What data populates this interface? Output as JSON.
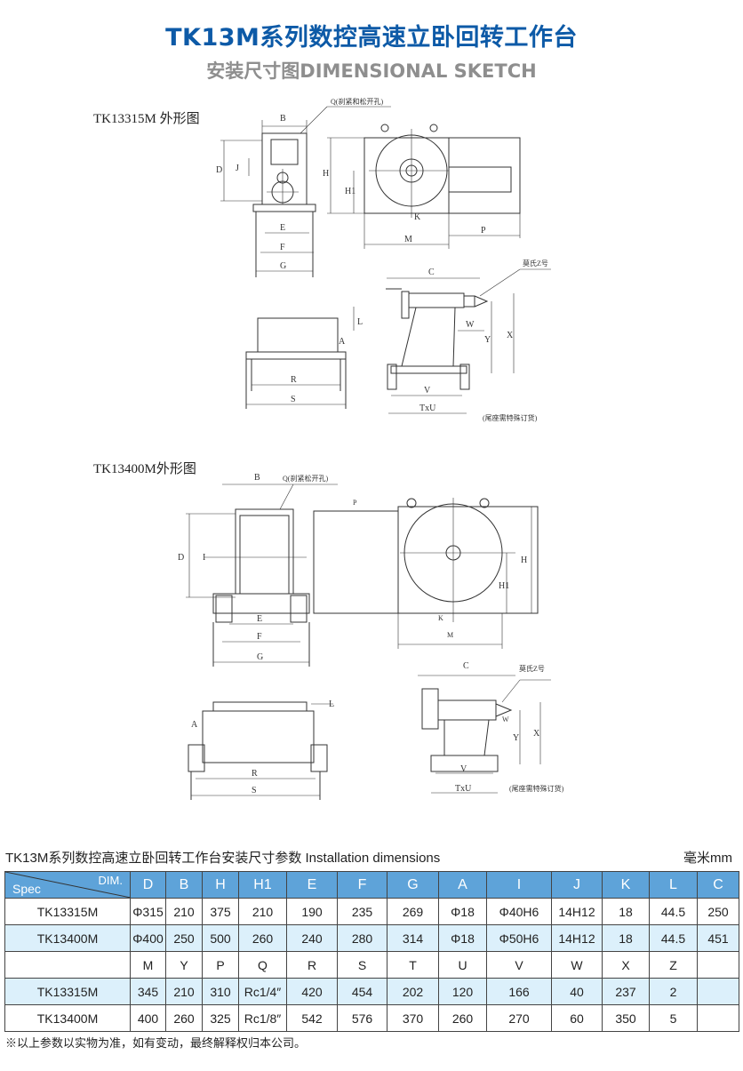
{
  "header": {
    "title": "TK13M系列数控高速立卧回转工作台",
    "subtitle": "安装尺寸图DIMENSIONAL SKETCH"
  },
  "drawings": [
    {
      "title": "TK13315M 外形图",
      "labels": {
        "B": "B",
        "Q": "Q(刹紧和松开孔)",
        "D": "D",
        "J": "J",
        "E": "E",
        "F": "F",
        "G": "G",
        "H": "H",
        "H1": "H1",
        "K": "K",
        "M": "M",
        "P": "P",
        "R": "R",
        "S": "S",
        "L": "L",
        "A": "A",
        "C": "C",
        "morse": "莫氏Z号",
        "W": "W",
        "Y": "Y",
        "X": "X",
        "V": "V",
        "TxU": "TxU",
        "note": "(尾座需特殊订货)"
      }
    },
    {
      "title": "TK13400M外形图",
      "labels": {
        "B": "B",
        "Q": "Q(刹紧松开孔)",
        "D": "D",
        "I": "I",
        "E": "E",
        "F": "F",
        "G": "G",
        "P": "P",
        "H": "H",
        "H1": "H1",
        "K": "K",
        "M": "M",
        "R": "R",
        "S": "S",
        "L": "L",
        "A": "A",
        "C": "C",
        "morse": "莫氏Z号",
        "W": "W",
        "Y": "Y",
        "X": "X",
        "V": "V",
        "TxU": "TxU",
        "note": "(尾座需特殊订货)"
      }
    }
  ],
  "table": {
    "caption": "TK13M系列数控高速立卧回转工作台安装尺寸参数 Installation dimensions",
    "unit": "毫米mm",
    "corner_dim": "DIM.",
    "corner_spec": "Spec",
    "headers1": [
      "D",
      "B",
      "H",
      "H1",
      "E",
      "F",
      "G",
      "A",
      "I",
      "J",
      "K",
      "L",
      "C"
    ],
    "rows1": [
      {
        "spec": "TK13315M",
        "values": [
          "Φ315",
          "210",
          "375",
          "210",
          "190",
          "235",
          "269",
          "Φ18",
          "Φ40H6",
          "14H12",
          "18",
          "44.5",
          "250"
        ]
      },
      {
        "spec": "TK13400M",
        "values": [
          "Φ400",
          "250",
          "500",
          "260",
          "240",
          "280",
          "314",
          "Φ18",
          "Φ50H6",
          "14H12",
          "18",
          "44.5",
          "451"
        ]
      }
    ],
    "headers2": [
      "M",
      "Y",
      "P",
      "Q",
      "R",
      "S",
      "T",
      "U",
      "V",
      "W",
      "X",
      "Z",
      ""
    ],
    "rows2": [
      {
        "spec": "TK13315M",
        "values": [
          "345",
          "210",
          "310",
          "Rc1/4″",
          "420",
          "454",
          "202",
          "120",
          "166",
          "40",
          "237",
          "2",
          ""
        ]
      },
      {
        "spec": "TK13400M",
        "values": [
          "400",
          "260",
          "325",
          "Rc1/8″",
          "542",
          "576",
          "370",
          "260",
          "270",
          "60",
          "350",
          "5",
          ""
        ]
      }
    ],
    "footnote": "※以上参数以实物为准，如有变动，最终解释权归本公司。"
  },
  "colors": {
    "title": "#0d5aa7",
    "subtitle": "#8e8e8e",
    "header_bg": "#5ea3d9",
    "row_alt": "#dcf0fb"
  }
}
